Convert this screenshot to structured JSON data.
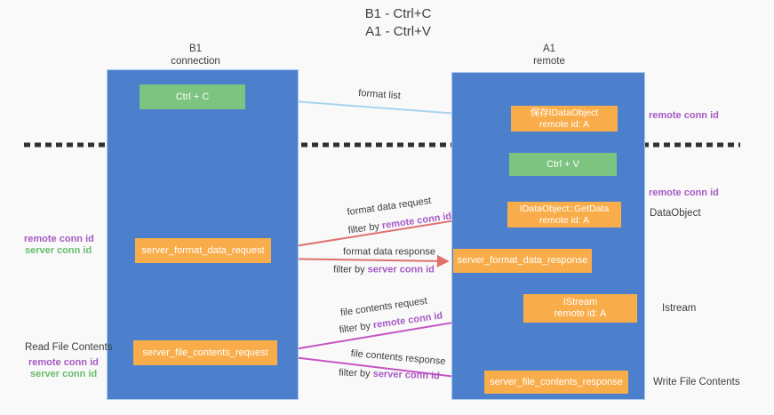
{
  "title": {
    "line1": "B1 - Ctrl+C",
    "line2": "A1 - Ctrl+V"
  },
  "lanes": {
    "b1": {
      "name": "B1",
      "role": "connection"
    },
    "a1": {
      "name": "A1",
      "role": "remote"
    }
  },
  "nodes": {
    "ctrl_c": {
      "label": "Ctrl + C"
    },
    "save_idataobject": {
      "line1": "保存IDataObject",
      "line2": "remote id: A"
    },
    "ctrl_v": {
      "label": "Ctrl + V"
    },
    "getdata": {
      "line1": "IDataObject::GetData",
      "line2": "remote id: A"
    },
    "istream": {
      "line1": "IStream",
      "line2": "remote id: A"
    },
    "server_format_data_request": {
      "label": "server_format_data_request"
    },
    "server_format_data_response": {
      "label": "server_format_data_response"
    },
    "server_file_contents_request": {
      "label": "server_file_contents_request"
    },
    "server_file_contents_response": {
      "label": "server_file_contents_response"
    }
  },
  "arrow_labels": {
    "format_list": "format list",
    "format_data_request": {
      "text": "format data request",
      "filter_prefix": "filter by ",
      "filter_key": "remote conn id"
    },
    "format_data_response": {
      "text": "format data response",
      "filter_prefix": "filter by ",
      "filter_key": "server conn id"
    },
    "file_contents_request": {
      "text": "file contents request",
      "filter_prefix": "filter by ",
      "filter_key": "remote conn id"
    },
    "file_contents_response": {
      "text": "file contents response",
      "filter_prefix": "filter by ",
      "filter_key": "server conn id"
    }
  },
  "side_labels": {
    "right_remote_conn_id_top": "remote conn id",
    "right_remote_conn_id_mid": "remote conn id",
    "right_dataobject": "DataObject",
    "right_istream": "Istream",
    "right_write_file_contents": "Write File Contents",
    "left_remote_conn_id": "remote conn id",
    "left_server_conn_id": "server conn id",
    "left_read_file_contents": "Read File Contents",
    "left_remote_conn_id_2": "remote conn id",
    "left_server_conn_id_2": "server conn id"
  },
  "colors": {
    "panel_blue": "#4c80cc",
    "node_green": "#7cc47f",
    "node_orange": "#f9ad4a",
    "arrow_blue": "#a9d3f0",
    "arrow_red": "#e0716d",
    "arrow_magenta": "#c653c6",
    "arrow_black": "#303030",
    "text_purple": "#a55ac4",
    "text_green": "#67bd6b",
    "text_dark": "#3d3d3d"
  }
}
